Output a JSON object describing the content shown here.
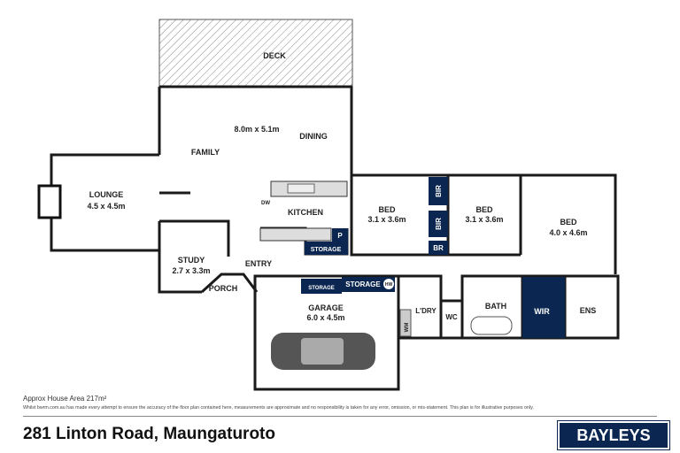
{
  "plan": {
    "deck": "DECK",
    "family_size": "8.0m x 5.1m",
    "dining": "DINING",
    "family": "FAMILY",
    "lounge": "LOUNGE",
    "lounge_size": "4.5 x 4.5m",
    "kitchen": "KITCHEN",
    "dw": "DW",
    "pantry": "P",
    "storage": "STORAGE",
    "bed1": "BED",
    "bed1_size": "3.1 x 3.6m",
    "bed2": "BED",
    "bed2_size": "3.1 x 3.6m",
    "bed3": "BED",
    "bed3_size": "4.0 x 4.6m",
    "bir": "BIR",
    "br": "BR",
    "study": "STUDY",
    "study_size": "2.7 x 3.3m",
    "entry": "ENTRY",
    "porch": "PORCH",
    "garage": "GARAGE",
    "garage_size": "6.0 x 4.5m",
    "garage_storage_1": "STORAGE",
    "garage_storage_2": "STORAGE",
    "hw": "HW",
    "laundry": "L'DRY",
    "wm": "WM",
    "wc": "WC",
    "bath": "BATH",
    "wir": "WIR",
    "ens": "ENS"
  },
  "footer": {
    "area": "Approx House Area 217m²",
    "disclaimer": "Whilst bwrm.com.au has made every attempt to ensure the accuracy of the floor plan contained here, measurements are approximate and no responsibility is taken for any error, omission, or mis-statement. This plan is for illustrative purposes only.",
    "address": "281 Linton Road, Maungaturoto",
    "logo": "BAYLEYS"
  },
  "colors": {
    "navy": "#0b2650"
  }
}
